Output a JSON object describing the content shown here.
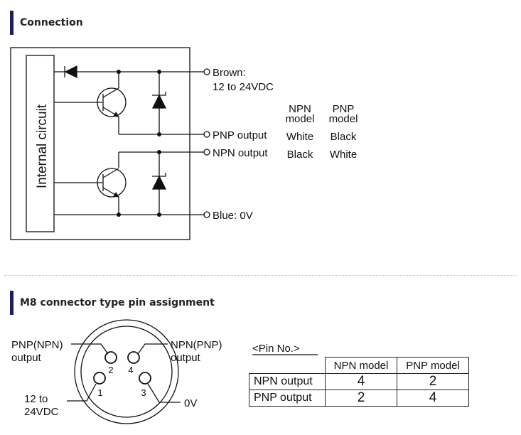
{
  "sections": {
    "connection_title": "Connection",
    "pin_title": "M8 connector type pin assignment"
  },
  "circuit": {
    "internal_label": "Internal circuit",
    "brown_label": "Brown:",
    "brown_voltage": "12 to 24VDC",
    "pnp_output_label": "PNP output",
    "npn_output_label": "NPN output",
    "blue_label": "Blue: 0V",
    "col_npn_line1": "NPN",
    "col_npn_line2": "model",
    "col_pnp_line1": "PNP",
    "col_pnp_line2": "model",
    "pnp_row_npn": "White",
    "pnp_row_pnp": "Black",
    "npn_row_npn": "Black",
    "npn_row_pnp": "White"
  },
  "connector": {
    "label_pin2_line1": "PNP(NPN)",
    "label_pin2_line2": "output",
    "label_pin4_line1": "NPN(PNP)",
    "label_pin4_line2": "output",
    "label_pin1_line1": "12 to",
    "label_pin1_line2": "24VDC",
    "label_pin3": "0V",
    "pin1": "1",
    "pin2": "2",
    "pin3": "3",
    "pin4": "4"
  },
  "pin_table": {
    "caption": "<Pin No.>",
    "headers": [
      "NPN model",
      "PNP model"
    ],
    "rows": [
      {
        "label": "NPN output",
        "npn": "4",
        "pnp": "2"
      },
      {
        "label": "PNP output",
        "npn": "2",
        "pnp": "4"
      }
    ]
  }
}
